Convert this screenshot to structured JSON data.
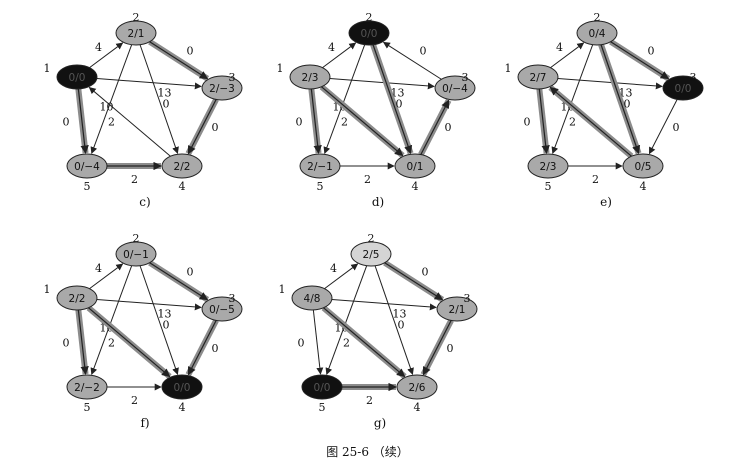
{
  "caption": "图 25-6 （续）",
  "colors": {
    "gray": "#a9a9a9",
    "light": "#d4d4d4",
    "black": "#111111",
    "edge": "#222222",
    "heavy": "#8c8c8c"
  },
  "panels": [
    {
      "label": "c)",
      "nodes": {
        "1": {
          "text": "0/0",
          "fill": "black"
        },
        "2": {
          "text": "2/1",
          "fill": "gray"
        },
        "3": {
          "text": "2/-3",
          "fill": "gray"
        },
        "4": {
          "text": "2/2",
          "fill": "gray"
        },
        "5": {
          "text": "0/-4",
          "fill": "gray"
        }
      },
      "weights": {
        "1-2": "4",
        "1-3": "13",
        "1-5": "0",
        "2-3": "0",
        "2-4": "0",
        "2-5": "10",
        "4-1": "2",
        "3-4": "0",
        "5-4": "2"
      },
      "heavy": [
        "1-5",
        "2-3",
        "3-4",
        "5-4"
      ]
    },
    {
      "label": "d)",
      "nodes": {
        "1": {
          "text": "2/3",
          "fill": "gray"
        },
        "2": {
          "text": "0/0",
          "fill": "black"
        },
        "3": {
          "text": "0/-4",
          "fill": "gray"
        },
        "4": {
          "text": "0/1",
          "fill": "gray"
        },
        "5": {
          "text": "2/-1",
          "fill": "gray"
        }
      },
      "weights": {
        "1-2": "4",
        "1-3": "13",
        "1-5": "0",
        "3-2": "0",
        "2-4": "0",
        "2-5": "10",
        "1-4": "2",
        "4-3": "0",
        "5-4": "2"
      },
      "heavy": [
        "1-5",
        "2-4",
        "1-4",
        "4-3"
      ]
    },
    {
      "label": "e)",
      "nodes": {
        "1": {
          "text": "2/7",
          "fill": "gray"
        },
        "2": {
          "text": "0/4",
          "fill": "gray"
        },
        "3": {
          "text": "0/0",
          "fill": "black"
        },
        "4": {
          "text": "0/5",
          "fill": "gray"
        },
        "5": {
          "text": "2/3",
          "fill": "gray"
        }
      },
      "weights": {
        "1-2": "4",
        "1-3": "13",
        "1-5": "0",
        "2-3": "0",
        "2-4": "0",
        "2-5": "10",
        "4-1": "2",
        "3-4": "0",
        "5-4": "2"
      },
      "heavy": [
        "1-5",
        "2-3",
        "2-4",
        "4-1"
      ]
    },
    {
      "label": "f)",
      "nodes": {
        "1": {
          "text": "2/2",
          "fill": "gray"
        },
        "2": {
          "text": "0/-1",
          "fill": "gray"
        },
        "3": {
          "text": "0/-5",
          "fill": "gray"
        },
        "4": {
          "text": "0/0",
          "fill": "black"
        },
        "5": {
          "text": "2/-2",
          "fill": "gray"
        }
      },
      "weights": {
        "1-2": "4",
        "1-3": "13",
        "1-5": "0",
        "2-3": "0",
        "2-4": "0",
        "2-5": "10",
        "1-4": "2",
        "3-4": "0",
        "5-4": "2"
      },
      "heavy": [
        "1-5",
        "2-3",
        "1-4",
        "3-4"
      ]
    },
    {
      "label": "g)",
      "nodes": {
        "1": {
          "text": "4/8",
          "fill": "gray"
        },
        "2": {
          "text": "2/5",
          "fill": "light"
        },
        "3": {
          "text": "2/1",
          "fill": "gray"
        },
        "4": {
          "text": "2/6",
          "fill": "gray"
        },
        "5": {
          "text": "0/0",
          "fill": "black"
        }
      },
      "weights": {
        "1-2": "4",
        "1-3": "13",
        "1-5": "0",
        "2-3": "0",
        "2-4": "0",
        "2-5": "10",
        "1-4": "2",
        "3-4": "0",
        "5-4": "2"
      },
      "heavy": [
        "2-3",
        "3-4",
        "1-4",
        "5-4"
      ]
    }
  ]
}
